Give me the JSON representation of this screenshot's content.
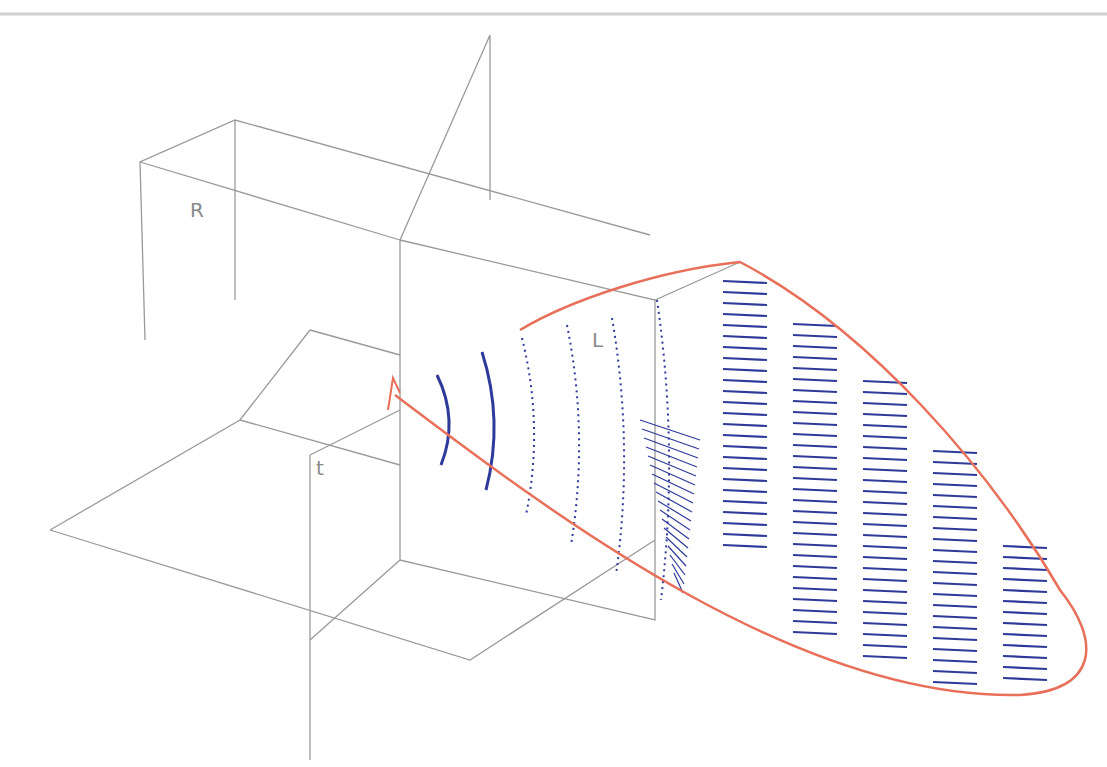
{
  "diagram": {
    "labels": [
      "R",
      "L",
      "t"
    ]
  }
}
